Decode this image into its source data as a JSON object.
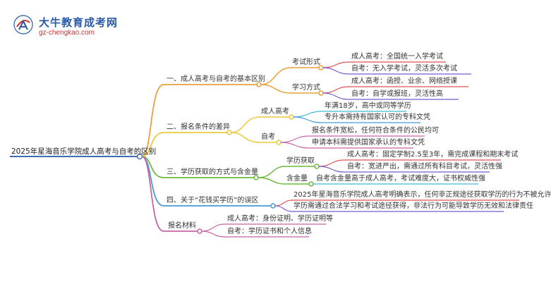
{
  "header": {
    "brand_cn": "大牛教育成考网",
    "brand_url": "gz-chengkao.com",
    "logo_text": "大牛"
  },
  "colors": {
    "branch1": "#e8a03c",
    "branch2": "#f0c83c",
    "branch3": "#6cba3c",
    "branch4": "#4a9ad8",
    "branch5": "#c864a8",
    "leaf_a": "#e05050",
    "leaf_b": "#7a5ad0",
    "leaf_c": "#40b8d0",
    "root_line": "#3c6eb4"
  },
  "mindmap": {
    "root": "2025年星海音乐学院成人高考与自考的区别",
    "b1": {
      "label": "一、成人高考与自考的基本区别",
      "exam": {
        "label": "考试形式",
        "a": "成人高考：全国统一入学考试",
        "b": "自考：无入学考试，灵活多次考试"
      },
      "study": {
        "label": "学习方式",
        "a": "成人高考：函授、业余、网络授课",
        "b": "自考：自学或报班，灵活性高"
      }
    },
    "b2": {
      "label": "二、报名条件的差异",
      "ck": {
        "label": "成人高考",
        "a": "年满18岁，高中或同等学历",
        "b": "专升本需持有国家认可的专科文凭"
      },
      "zk": {
        "label": "自考",
        "a": "报名条件宽松，任何符合条件的公民均可",
        "b": "申请本科需提供国家承认的专科文凭"
      }
    },
    "b3": {
      "label": "三、学历获取的方式与含金量",
      "way": {
        "label": "学历获取",
        "a": "成人高考：固定学制2.5至3年，需完成课程和期末考试",
        "b": "自考：宽进严出，需通过所有科目考试，灵活性强"
      },
      "value": {
        "label": "含金量",
        "a": "自考含金量高于成人高考，考试难度大，证书权威性强"
      }
    },
    "b4": {
      "label": "四、关于“花钱买学历”的误区",
      "a": "2025年星海音乐学院成人高考明确表示，任何非正规途径获取学历的行为不被允许",
      "b": "学历需通过合法学习和考试途径获得，非法行为可能导致学历无效和法律责任"
    },
    "b5": {
      "label": "报名材料",
      "a": "成人高考：身份证明、学历证明等",
      "b": "自考：学历证书和个人信息"
    }
  }
}
